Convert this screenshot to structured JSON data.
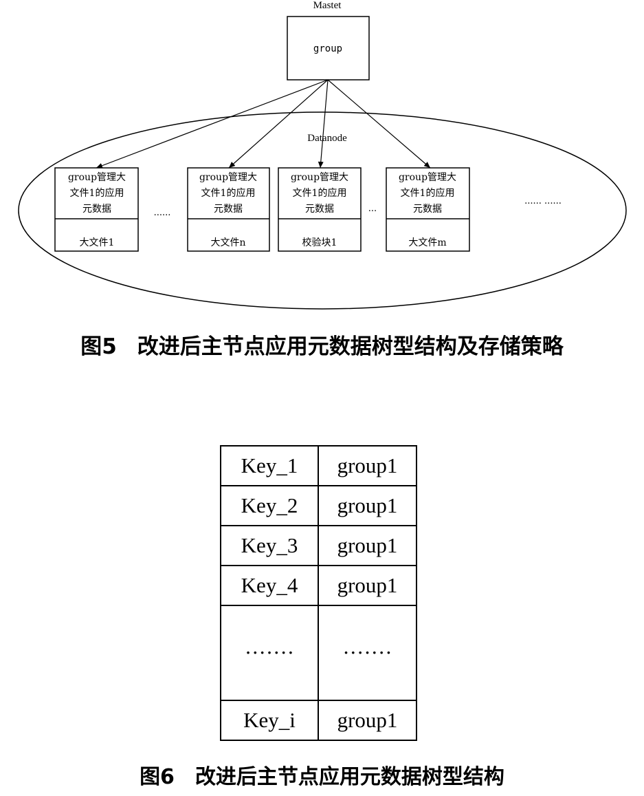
{
  "figure5": {
    "master": {
      "title": "Mastet",
      "label": "group"
    },
    "datanode_label": "Datanode",
    "nodes": [
      {
        "meta": [
          "group管理大",
          "文件1的应用",
          "元数据"
        ],
        "file": "大文件1"
      },
      {
        "meta": [
          "group管理大",
          "文件1的应用",
          "元数据"
        ],
        "file": "大文件n"
      },
      {
        "meta": [
          "group管理大",
          "文件1的应用",
          "元数据"
        ],
        "file": "校验块1"
      },
      {
        "meta": [
          "group管理大",
          "文件1的应用",
          "元数据"
        ],
        "file": "大文件m"
      }
    ],
    "ellipses": [
      "......",
      "...",
      "...... ......"
    ],
    "caption_num": "图5",
    "caption_text": "改进后主节点应用元数据树型结构及存储策略"
  },
  "figure6": {
    "rows": [
      {
        "key": "Key_1",
        "value": "group1"
      },
      {
        "key": "Key_2",
        "value": "group1"
      },
      {
        "key": "Key_3",
        "value": "group1"
      },
      {
        "key": "Key_4",
        "value": "group1"
      },
      {
        "key": "·······",
        "value": "·······"
      },
      {
        "key": "Key_i",
        "value": "group1"
      }
    ],
    "caption_num": "图6",
    "caption_text": "改进后主节点应用元数据树型结构"
  }
}
